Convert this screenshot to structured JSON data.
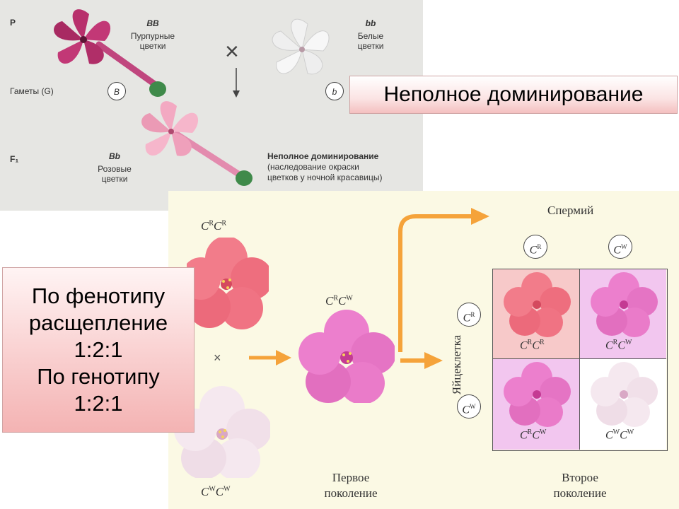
{
  "top_panel": {
    "parent_label": "P",
    "gametes_label": "Гаметы (G)",
    "f1_label": "F₁",
    "left_parent": {
      "genotype": "BB",
      "line1": "Пурпурные",
      "line2": "цветки",
      "gamete": "B"
    },
    "right_parent": {
      "genotype": "bb",
      "line1": "Белые",
      "line2": "цветки",
      "gamete": "b"
    },
    "cross_symbol": "×",
    "offspring": {
      "genotype": "Bb",
      "line1": "Розовые",
      "line2": "цветки"
    },
    "caption": {
      "title": "Неполное доминирование",
      "line1": "(наследование окраски",
      "line2": "цветков у ночной красавицы)"
    }
  },
  "callouts": {
    "top_title": "Неполное доминирование",
    "left_lines": [
      "По фенотипу",
      "расщепление",
      "1:2:1",
      "По генотипу",
      "1:2:1"
    ]
  },
  "bottom_panel": {
    "sperm_label": "Спермий",
    "egg_label": "Яйцеклетка",
    "cross_symbol": "×",
    "first_gen_line1": "Первое",
    "first_gen_line2": "поколение",
    "second_gen_line1": "Второе",
    "second_gen_line2": "поколение",
    "gene_letter": "C",
    "allele_r": "R",
    "allele_w": "W"
  },
  "colors": {
    "red_flower": "#f06a7a",
    "pink_flower": "#e87ac8",
    "white_flower": "#f3e6ee",
    "arrow": "#f5a33a",
    "cell_red": "#f7c9c9",
    "cell_pink": "#f2c6ef",
    "cell_white": "#ffffff"
  }
}
